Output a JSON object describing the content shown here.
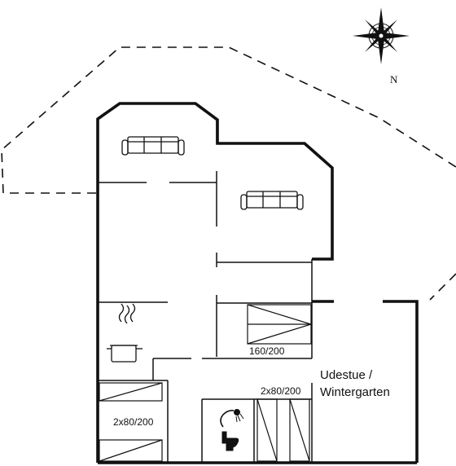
{
  "compass": {
    "north_label": "N"
  },
  "rooms": {
    "bedroom_left_bed": "2x80/200",
    "bedroom_middle_bed": "160/200",
    "bedroom_right_bed": "2x80/200",
    "sunroom_line1": "Udestue /",
    "sunroom_line2": "Wintergarten"
  },
  "icons": [
    "sofa-icon",
    "sofa-icon",
    "cooking-pot-icon",
    "shower-icon",
    "toilet-icon",
    "compass-rose-icon"
  ]
}
